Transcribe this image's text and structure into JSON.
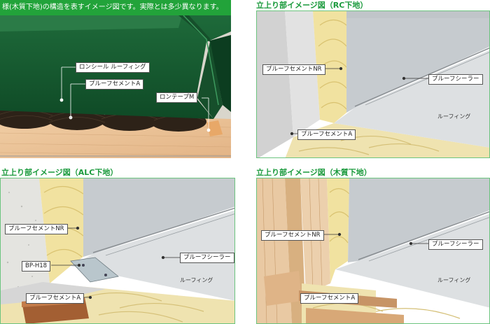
{
  "banner_text": "様(木質下地)の構造を表すイメージ図です。実際とは多少異なります。",
  "panel_top_left": {
    "labels": {
      "roofing": "ロンシール ルーフィング",
      "cement": "プルーフセメントA",
      "tape": "ロンテープM"
    }
  },
  "panel_rc": {
    "heading": "立上り部イメージ図（RC下地）",
    "labels": {
      "cement_nr": "プルーフセメントNR",
      "sealer": "プルーフシーラー",
      "roofing": "ルーフィング",
      "cement_a": "プルーフセメントA"
    }
  },
  "panel_alc": {
    "heading": "立上り部イメージ図（ALC下地）",
    "labels": {
      "cement_nr": "プルーフセメントNR",
      "bp": "BP-H18",
      "sealer": "プルーフシーラー",
      "roofing": "ルーフィング",
      "cement_a": "プルーフセメントA"
    }
  },
  "panel_wood": {
    "heading": "立上り部イメージ図（木質下地）",
    "labels": {
      "cement_nr": "プルーフセメントNR",
      "sealer": "プルーフシーラー",
      "roofing": "ルーフィング",
      "cement_a": "プルーフセメントA"
    }
  }
}
